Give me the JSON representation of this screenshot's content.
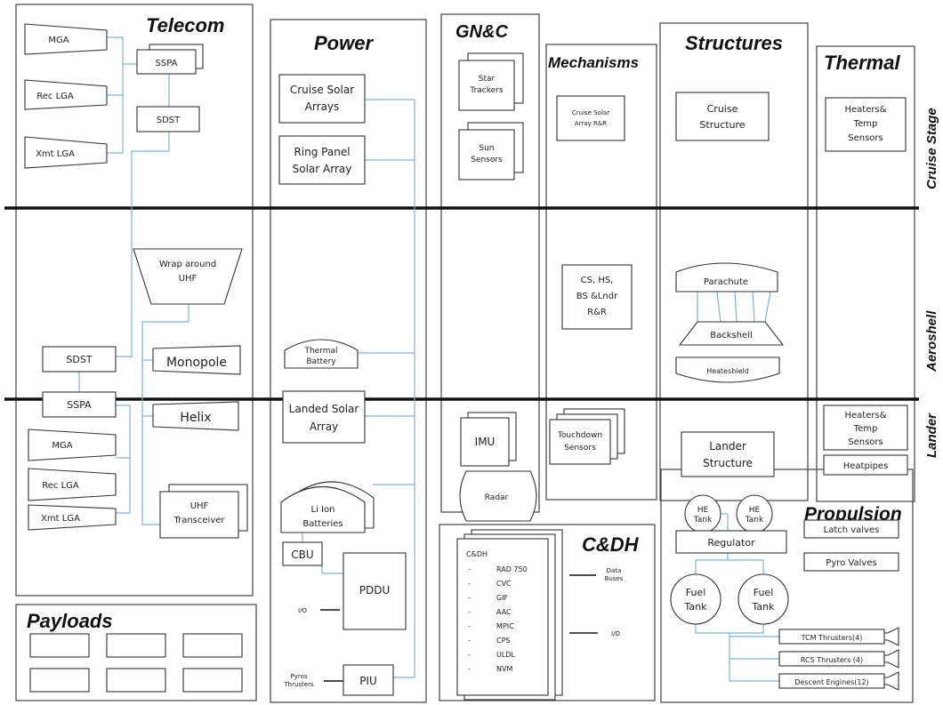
{
  "panels": {
    "telecom": "Telecom",
    "power": "Power",
    "gnc": "GN&C",
    "mechanisms": "Mechanisms",
    "structures": "Structures",
    "thermal": "Thermal",
    "payloads": "Payloads",
    "cdh": "C&DH",
    "propulsion": "Propulsion"
  },
  "stages": {
    "cruise": "Cruise Stage",
    "aeroshell": "Aeroshell",
    "lander": "Lander"
  },
  "telecom": {
    "cruise": {
      "mga": "MGA",
      "rec_lga": "Rec LGA",
      "xmt_lga": "Xmt LGA",
      "sspa": "SSPA",
      "sdst": "SDST"
    },
    "wrap_around_uhf": [
      "Wrap around",
      "UHF"
    ],
    "lander": {
      "sdst": "SDST",
      "sspa": "SSPA",
      "mga": "MGA",
      "rec_lga": "Rec LGA",
      "xmt_lga": "Xmt LGA",
      "monopole": "Monopole",
      "helix": "Helix",
      "uhf_transceiver": [
        "UHF",
        "Transceiver"
      ]
    }
  },
  "power": {
    "cruise_solar_arrays": [
      "Cruise Solar",
      "Arrays"
    ],
    "ring_panel_solar_array": [
      "Ring Panel",
      "Solar Array"
    ],
    "thermal_battery": [
      "Thermal",
      "Battery"
    ],
    "landed_solar_array": [
      "Landed Solar",
      "Array"
    ],
    "li_ion_batteries": [
      "Li Ion",
      "Batteries"
    ],
    "cbu": "CBU",
    "pddu": "PDDU",
    "piu": "PIU",
    "io_label": "I/O",
    "pyros": [
      "Pyros",
      "Thrusters"
    ]
  },
  "gnc": {
    "star_trackers": [
      "Star",
      "Trackers"
    ],
    "sun_sensors": [
      "Sun",
      "Sensors"
    ],
    "imu": "IMU",
    "radar": "Radar"
  },
  "mechanisms": {
    "cruise_solar_array_rr": [
      "Cruise Solar",
      "Array R&R"
    ],
    "cs_hs_bs_lndr_rr": [
      "CS, HS,",
      "BS &Lndr",
      "R&R"
    ],
    "touchdown_sensors": [
      "Touchdown",
      "Sensors"
    ]
  },
  "structures": {
    "cruise_structure": [
      "Cruise",
      "Structure"
    ],
    "parachute": "Parachute",
    "backshell": "Backshell",
    "heatshield": "Heateshield",
    "lander_structure": [
      "Lander",
      "Structure"
    ]
  },
  "thermal": {
    "cruise_heaters": [
      "Heaters&",
      "Temp",
      "Sensors"
    ],
    "lander_heaters": [
      "Heaters&",
      "Temp",
      "Sensors"
    ],
    "heatpipes": "Heatpipes"
  },
  "cdh": {
    "title": "C&DH",
    "items": [
      "RAD 750",
      "CVC",
      "GIF",
      "AAC",
      "MPIC",
      "CPS",
      "ULDL",
      "NVM"
    ],
    "data_buses": [
      "Data",
      "Buses"
    ],
    "io": "I/O"
  },
  "propulsion": {
    "he_tank": [
      "HE",
      "Tank"
    ],
    "regulator": "Regulator",
    "latch_valves": "Latch valves",
    "pyro_valves": "Pyro Valves",
    "fuel_tank": [
      "Fuel",
      "Tank"
    ],
    "tcm_thrusters": "TCM Thrusters(4)",
    "rcs_thrusters": "RCS Thrusters (4)",
    "descent_engines": "Descent Engines(12)"
  },
  "colors": {
    "wire": "#7fb0dc",
    "ink": "#111111"
  }
}
